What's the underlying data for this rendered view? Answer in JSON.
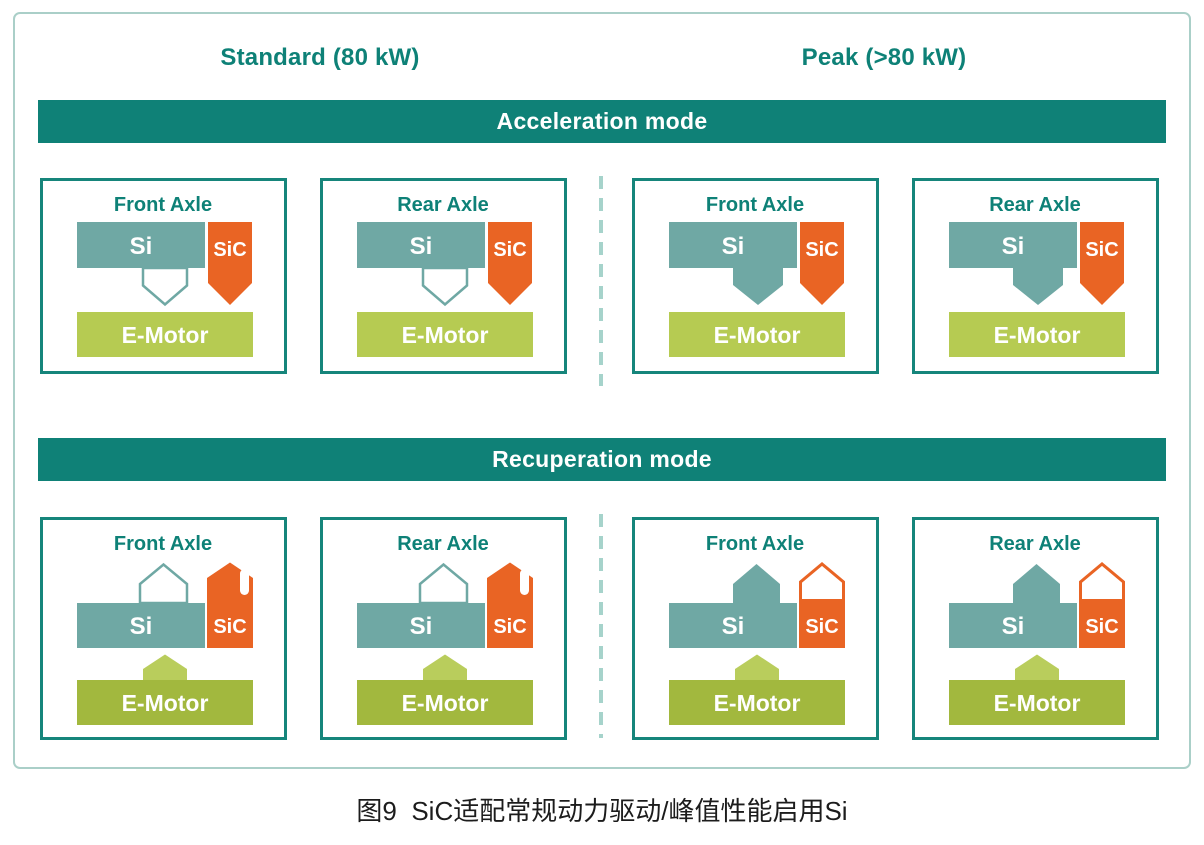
{
  "columns": {
    "standard": "Standard (80 kW)",
    "peak": "Peak (>80 kW)"
  },
  "labels": {
    "si": "Si",
    "sic": "SiC",
    "motor": "E-Motor"
  },
  "sections": [
    {
      "banner": "Acceleration mode",
      "mode": "acceleration",
      "boxes": [
        {
          "title": "Front Axle",
          "column": "standard",
          "si_active": false,
          "sic_active": true
        },
        {
          "title": "Rear Axle",
          "column": "standard",
          "si_active": false,
          "sic_active": true
        },
        {
          "title": "Front Axle",
          "column": "peak",
          "si_active": true,
          "sic_active": true
        },
        {
          "title": "Rear Axle",
          "column": "peak",
          "si_active": true,
          "sic_active": true
        }
      ]
    },
    {
      "banner": "Recuperation mode",
      "mode": "recuperation",
      "boxes": [
        {
          "title": "Front Axle",
          "column": "standard",
          "si_active": false,
          "sic_active": true
        },
        {
          "title": "Rear Axle",
          "column": "standard",
          "si_active": false,
          "sic_active": true
        },
        {
          "title": "Front Axle",
          "column": "peak",
          "si_active": true,
          "sic_active": false
        },
        {
          "title": "Rear Axle",
          "column": "peak",
          "si_active": true,
          "sic_active": false
        }
      ]
    }
  ],
  "caption": "图9  SiC适配常规动力驱动/峰值性能启用Si",
  "colors": {
    "banner_teal": "#0F8177",
    "box_border": "#16857B",
    "heading_teal": "#0E8177",
    "si_fill": "#6FA8A4",
    "sic_fill": "#E96424",
    "motor_light": "#B6CB52",
    "motor_dark": "#A2B83E",
    "motor_arrow": "#B9CD5C",
    "dashed_divider": "#A6D3CB",
    "outer_border": "#AACFC8",
    "caption_text": "#1C1C1C"
  }
}
